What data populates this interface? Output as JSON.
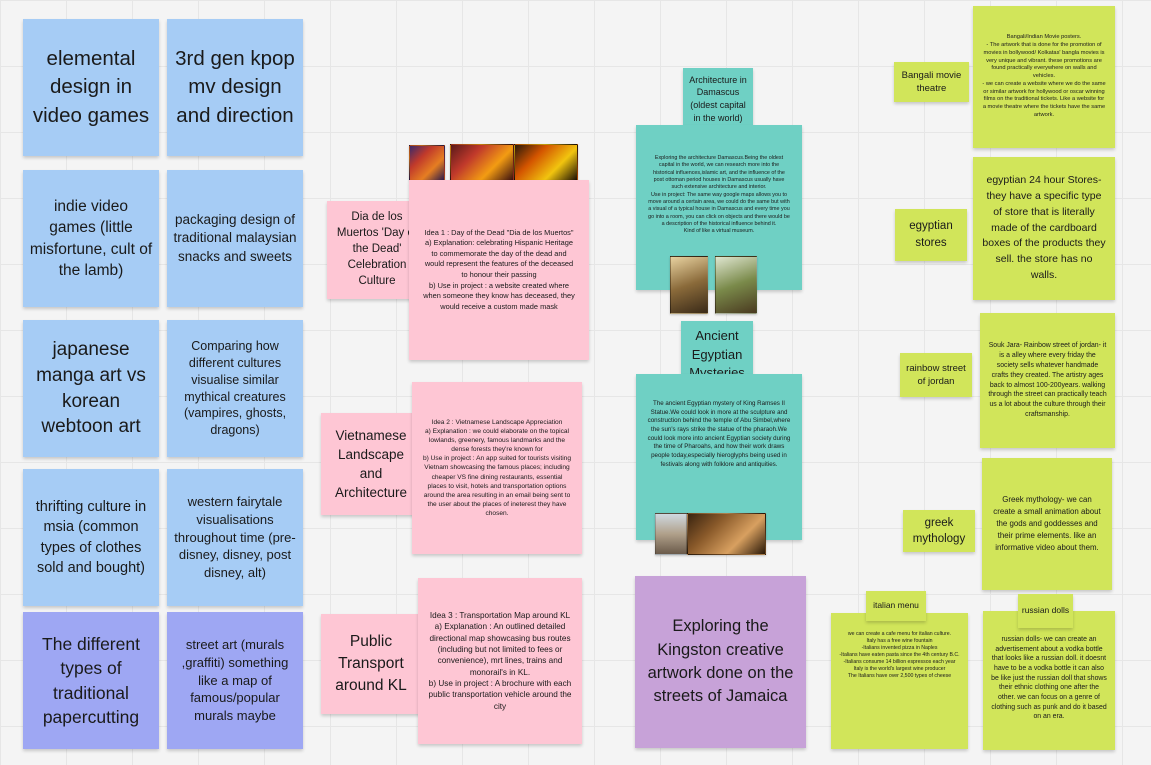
{
  "col1": {
    "elemental": "elemental design in video games",
    "indie": "indie video games (little misfortune, cult of the lamb)",
    "manga": "japanese manga art vs korean webtoon art",
    "thrift": "thrifting culture in msia (common types of clothes sold and bought)",
    "papercut": "The different types of traditional papercutting"
  },
  "col2": {
    "kpop": "3rd gen kpop mv design and direction",
    "packaging": "packaging design of traditional malaysian snacks and sweets",
    "mythical": "Comparing how different cultures visualise similar mythical creatures (vampires, ghosts, dragons)",
    "fairytale": "western fairytale visualisations throughout time (pre-disney, disney, post disney, alt)",
    "streetart": "street art (murals ,graffiti) something like a map of famous/popular murals maybe"
  },
  "pink": {
    "dia_title": "Dia de los Muertos 'Day of the Dead' Celebration Culture",
    "idea1": "Idea 1 : Day of the Dead \"Dia de los Muertos\"\na) Explanation: celebrating Hispanic Heritage to commemorate the day of the dead and would represent the features of the deceased to honour their passing\nb) Use in project : a website created where when someone they know has deceased, they would receive a custom made mask",
    "viet_title": "Vietnamese Landscape and Architecture",
    "idea2": "Idea 2 : Vietnamese Landscape Appreciation\na) Explanation : we could elaborate on the topical lowlands, greenery, famous landmarks and the dense forests they're known for\nb) Use in project : An app suited for tourists visiting Vietnam showcasing the famous places; including cheaper VS fine dining restaurants, essential places to visit, hotels and transportation options around the area resulting in an email being sent to the user about the places of ineterest they have chosen.",
    "kl_title": "Public Transport around KL",
    "idea3": "Idea 3 : Transportation Map around KL\na) Explanation : An outlined detailed directional map showcasing bus routes (including but not limited to fees or convenience), mrt lines, trains and monorail's in KL.\nb) Use in project : A brochure with each public transportation vehicle around the city"
  },
  "teal": {
    "damascus_title": "Architecture in Damascus (oldest capital in the world)",
    "damascus_body": "Exploring the architecture Damascus.Being the oldest capital in the world, we can research more into the historical influences,islamic art, and the influence of the post ottoman period houses in Damascus usually have such extensive architecture and interior.\nUse in project: The same way google maps allows you to move around a certain area, we could do the same but with a visual of a typical house in Damascus and every time you go into a room, you can click on objects and there would be a description of the historical influence behind it.\nKind of like a virtual museum.",
    "egypt_title": "Ancient Egyptian Mysteries",
    "egypt_body": "The ancient Egyptian mystery of King Ramses II Statue.We could look in more at the sculpture and construction behind the temple of Abu Simbel,where the sun's rays strike the statue of the pharaoh.We could look more into ancient Egyptian society during the time of Pharoahs, and how their work draws people today,especially hieroglyphs being used in festivals along with folklore and antiquities."
  },
  "purple": {
    "kingston": "Exploring the Kingston creative artwork done on the streets of Jamaica"
  },
  "lime": {
    "bangali_title": "Bangali movie theatre",
    "bangali_body": "Bangali/Indian Movie posters.\n- The artwork that is done for the promotion of movies in bollywood/ Kolkatas' bangla movies is very unique and vibrant. these promotions are found practically everywhere on walls and vehicles.\n- we can create a website where we do the same or similar artwork for hollywood or oscar winning films on the traditional tickets. Like a website for a movie theatre where the tickets have the same artwork.",
    "egypt_title": "egyptian stores",
    "egypt_body": "egyptian 24 hour Stores- they have a specific type of store that is literally made of the cardboard boxes of the products they sell. the store has no walls.",
    "jordan_title": "rainbow street of jordan",
    "jordan_body": "Souk Jara- Rainbow street of jordan- it is a alley where every friday the society sells whatever handmade crafts they created. The artistry ages back to almost 100-200years. walking through the street can practically teach us a lot about the culture through their craftsmanship.",
    "greek_title": "greek mythology",
    "greek_body": "Greek mythology- we can create a small animation about the gods and goddesses and their prime elements. like an informative video about them.",
    "italian_title": "italian menu",
    "italian_body": "we can create a cafe menu for italian culture.\nItaly has a free wine fountain\n-Italians invented pizza in Naples\n-Italians have eaten pasta since the 4th century B.C.\n-Italians consume 14 billion espressos each year\nItaly is the world's largest wine producer\nThe Italians have over 2,500 types of cheese",
    "russian_title": "russian dolls",
    "russian_body": "russian dolls- we can create an advertisement about a vodka bottle that looks like a russian doll. it doesnt have to be a vodka bottle it can also be like just the russian doll that shows their ethnic clothing one after the other. we can focus on a genre of clothing such as punk and do it based on an era."
  }
}
